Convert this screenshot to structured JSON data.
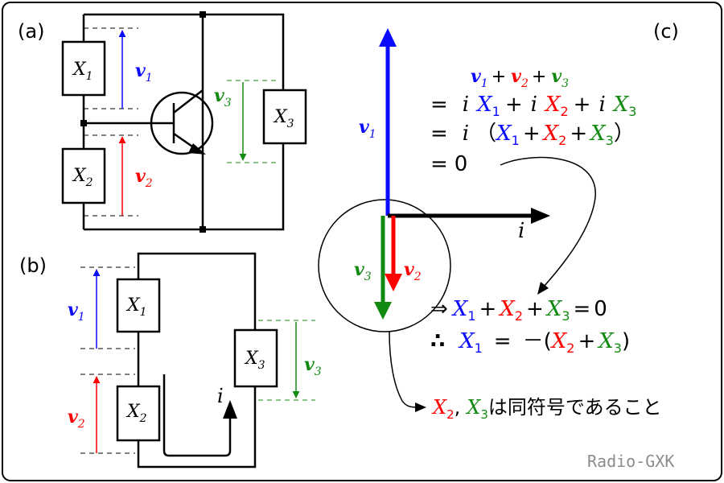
{
  "colors": {
    "blue": "#0a0aff",
    "red": "#ff0000",
    "green": "#128a12",
    "black": "#000000",
    "gray": "#8c8c8c"
  },
  "panel_a": {
    "label": "(a)",
    "x1": {
      "sym": "X",
      "sub": "1"
    },
    "x2": {
      "sym": "X",
      "sub": "2"
    },
    "x3": {
      "sym": "X",
      "sub": "3"
    },
    "v1": {
      "sym": "v",
      "sub": "1"
    },
    "v2": {
      "sym": "v",
      "sub": "2"
    },
    "v3": {
      "sym": "v",
      "sub": "3"
    }
  },
  "panel_b": {
    "label": "(b)",
    "x1": {
      "sym": "X",
      "sub": "1"
    },
    "x2": {
      "sym": "X",
      "sub": "2"
    },
    "x3": {
      "sym": "X",
      "sub": "3"
    },
    "v1": {
      "sym": "v",
      "sub": "1"
    },
    "v2": {
      "sym": "v",
      "sub": "2"
    },
    "v3": {
      "sym": "v",
      "sub": "3"
    },
    "current": "i"
  },
  "panel_c": {
    "label": "(c)",
    "phasor_v1": {
      "sym": "v",
      "sub": "1"
    },
    "phasor_v2": {
      "sym": "v",
      "sub": "2"
    },
    "phasor_v3": {
      "sym": "v",
      "sub": "3"
    },
    "phasor_i": "i",
    "eq": {
      "l1_v1": "v",
      "l1_s1": "1",
      "plus": "+",
      "l1_v2": "v",
      "l1_s2": "2",
      "l1_v3": "v",
      "l1_s3": "3",
      "eqsign": "=",
      "i": "i",
      "X": "X",
      "s1": "1",
      "s2": "2",
      "s3": "3",
      "lparen": "（",
      "rparen": "）",
      "zero": "0",
      "implies": "⇒",
      "therefore": "∴",
      "minus": "－(",
      "close": ")"
    },
    "conclusion": {
      "x": "X",
      "s2": "2",
      "comma": ",",
      "s3": "3",
      "text": "は同符号であること"
    }
  },
  "watermark": "Radio-GXK"
}
